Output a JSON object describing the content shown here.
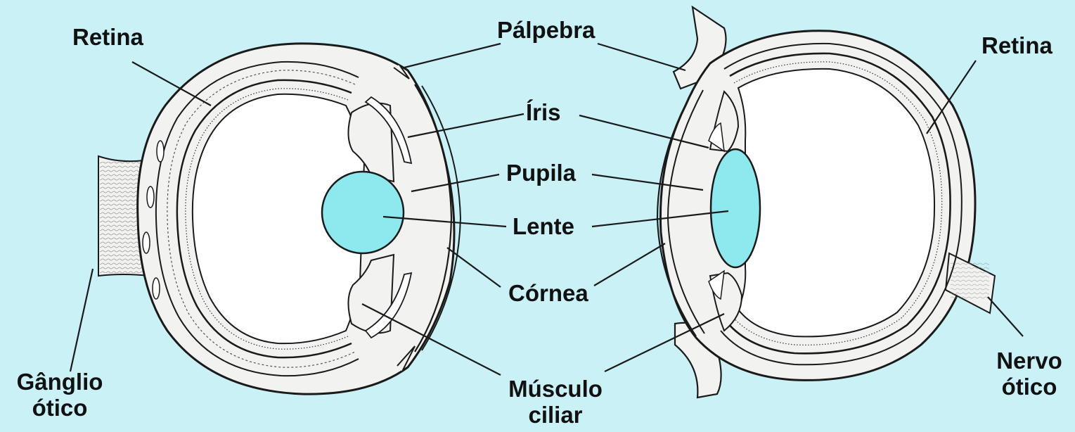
{
  "labels": {
    "retina_left": "Retina",
    "palpebra": "Pálpebra",
    "retina_right": "Retina",
    "iris": "Íris",
    "pupila": "Pupila",
    "lente": "Lente",
    "cornea": "Córnea",
    "ganglio_line1": "Gânglio",
    "ganglio_line2": "ótico",
    "musculo_line1": "Músculo",
    "musculo_line2": "ciliar",
    "nervo_line1": "Nervo",
    "nervo_line2": "ótico"
  },
  "colors": {
    "background": "#c9f1f6",
    "lens": "#8ee9ee",
    "tissue": "#f2f2f0",
    "interior": "#ffffff",
    "ink": "#1a1a1a"
  }
}
